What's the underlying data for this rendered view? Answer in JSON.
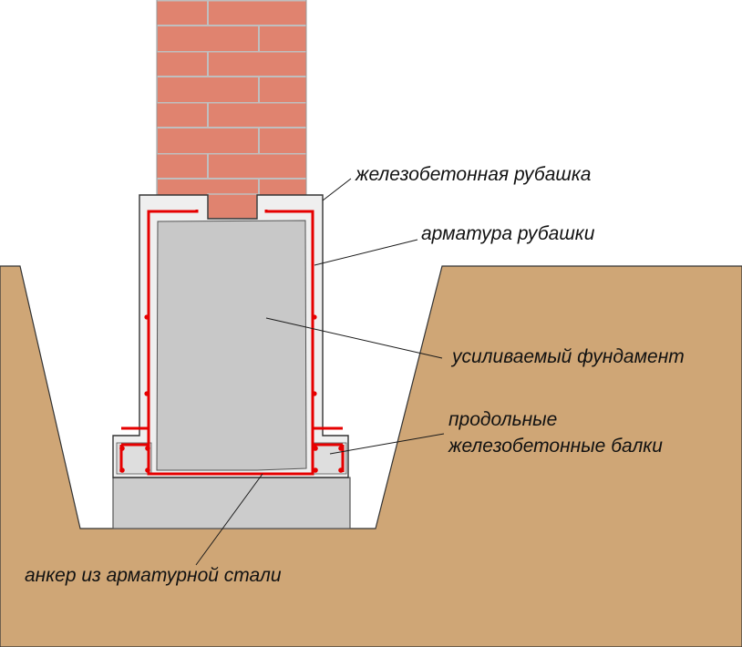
{
  "labels": {
    "jacket": "железобетонная рубашка",
    "jacket_rebar": "арматура рубашки",
    "foundation": "усиливаемый фундамент",
    "beams_line1": "продольные",
    "beams_line2": "железобетонные балки",
    "anchor": "анкер из арматурной стали"
  },
  "colors": {
    "soil": "#cfa676",
    "brick": "#e0836f",
    "mortar": "#bfbfbf",
    "jacket": "#efefef",
    "foundation": "#c8c8c8",
    "base": "#cccccc",
    "rebar": "#e60000",
    "outline": "#333333"
  }
}
